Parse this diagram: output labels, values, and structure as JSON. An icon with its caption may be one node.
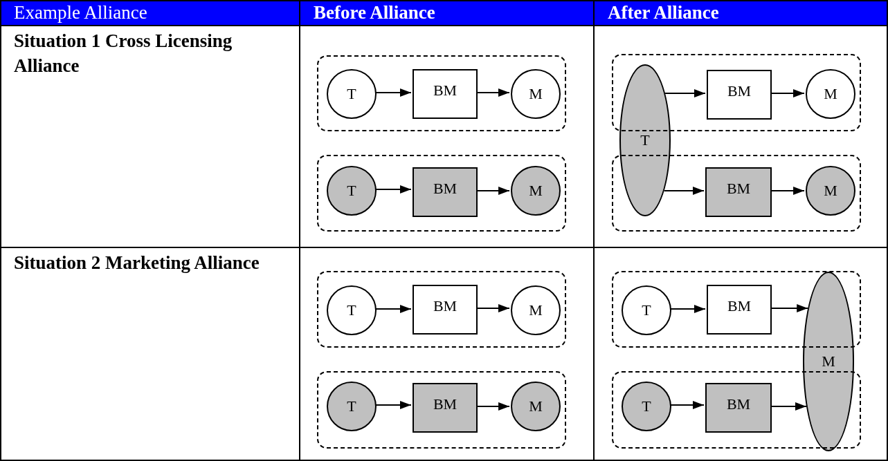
{
  "diagram": {
    "nodes": [
      {
        "text": [],
        "shape": "box"
      },
      {
        "text": [
          "T"
        ],
        "in": 0
      },
      {
        "text": [
          "BM"
        ],
        "in": 0
      },
      {
        "text": [
          "M"
        ],
        "in": 0
      },
      {
        "text": [],
        "shape": "box"
      },
      {
        "text": [
          "T"
        ],
        "in": 4
      },
      {
        "text": [
          "BM"
        ],
        "in": 4
      },
      {
        "text": [
          "M"
        ],
        "in": 4
      },
      {
        "text": [],
        "shape": "box"
      },
      {
        "text": [
          "BM"
        ],
        "in": 8
      },
      {
        "text": [
          "M"
        ],
        "in": 8
      },
      {
        "text": [],
        "shape": "box"
      },
      {
        "text": [
          "BM"
        ],
        "in": 11
      },
      {
        "text": [
          "M"
        ],
        "in": 11
      },
      {
        "text": [
          "T"
        ]
      },
      {
        "text": [],
        "shape": "box"
      },
      {
        "text": [
          "T"
        ],
        "in": 15
      },
      {
        "text": [
          "BM"
        ],
        "in": 15
      },
      {
        "text": [
          "M"
        ],
        "in": 15
      },
      {
        "text": [],
        "shape": "box"
      },
      {
        "text": [
          "T"
        ],
        "in": 19
      },
      {
        "text": [
          "BM"
        ],
        "in": 19
      },
      {
        "text": [
          "M"
        ],
        "in": 19
      },
      {
        "text": [],
        "shape": "box"
      },
      {
        "text": [
          "T"
        ],
        "in": 23
      },
      {
        "text": [
          "BM"
        ],
        "in": 23
      },
      {
        "text": [],
        "shape": "box"
      },
      {
        "text": [
          "T"
        ],
        "in": 26
      },
      {
        "text": [
          "BM"
        ],
        "in": 26
      },
      {
        "text": [
          "M"
        ]
      }
    ],
    "edges": [
      {
        "from": 1,
        "to": 2,
        "arrow": "to"
      },
      {
        "from": 2,
        "to": 3,
        "arrow": "to"
      },
      {
        "from": 5,
        "to": 6,
        "arrow": "to"
      },
      {
        "from": 6,
        "to": 7,
        "arrow": "to"
      },
      {
        "from": 14,
        "to": 9,
        "arrow": "to"
      },
      {
        "from": 9,
        "to": 10,
        "arrow": "to"
      },
      {
        "from": 14,
        "to": 12,
        "arrow": "to"
      },
      {
        "from": 12,
        "to": 13,
        "arrow": "to"
      },
      {
        "from": 16,
        "to": 17,
        "arrow": "to"
      },
      {
        "from": 17,
        "to": 18,
        "arrow": "to"
      },
      {
        "from": 20,
        "to": 21,
        "arrow": "to"
      },
      {
        "from": 21,
        "to": 22,
        "arrow": "to"
      },
      {
        "from": 24,
        "to": 25,
        "arrow": "to"
      },
      {
        "from": 25,
        "to": 29,
        "arrow": "to"
      },
      {
        "from": 27,
        "to": 28,
        "arrow": "to"
      },
      {
        "from": 28,
        "to": 29,
        "arrow": "to"
      }
    ],
    "labels": [
      "Example Alliance",
      "Before Alliance",
      "After Alliance",
      "Situation 1 Cross Licensing Alliance",
      "Situation 2 Marketing Alliance"
    ]
  }
}
